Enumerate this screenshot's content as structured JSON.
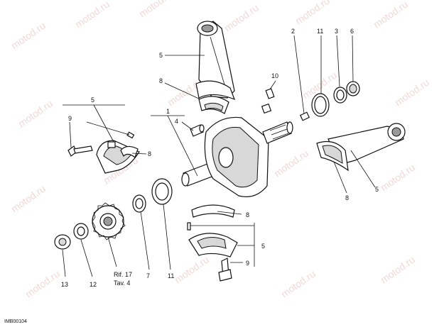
{
  "diagram": {
    "callouts": {
      "n1": "1",
      "n2": "2",
      "n3": "3",
      "n4": "4",
      "n5_top": "5",
      "n5_left": "5",
      "n5_right": "5",
      "n5_bottom": "5",
      "n6": "6",
      "n7": "7",
      "n8_top": "8",
      "n8_left": "8",
      "n8_right": "8",
      "n8_bottom": "8",
      "n9_left": "9",
      "n9_bottom": "9",
      "n10": "10",
      "n11_top": "11",
      "n11_bottom": "11",
      "n12": "12",
      "n13": "13"
    },
    "reference_line1": "Rif. 17",
    "reference_line2": "Tav. 4",
    "image_code": "IMB00104",
    "watermark": "motod.ru"
  }
}
